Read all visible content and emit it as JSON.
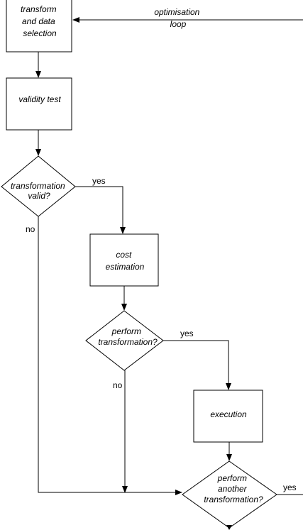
{
  "nodes": {
    "transform_select": {
      "label": "transform\nand data\nselection",
      "shape": "process"
    },
    "validity_test": {
      "label": "validity test",
      "shape": "process"
    },
    "transform_valid": {
      "label": "transformation\nvalid?",
      "shape": "decision"
    },
    "cost_estimation": {
      "label": "cost\nestimation",
      "shape": "process"
    },
    "perform_transform": {
      "label": "perform\ntransformation?",
      "shape": "decision"
    },
    "execution": {
      "label": "execution",
      "shape": "process"
    },
    "perform_another": {
      "label": "perform\nanother\ntransformation?",
      "shape": "decision"
    }
  },
  "edges": {
    "optimisation_loop": {
      "label": "optimisation\nloop"
    },
    "valid_yes": {
      "label": "yes"
    },
    "valid_no": {
      "label": "no"
    },
    "perform_yes": {
      "label": "yes"
    },
    "perform_no": {
      "label": "no"
    },
    "another_yes": {
      "label": "yes"
    }
  }
}
